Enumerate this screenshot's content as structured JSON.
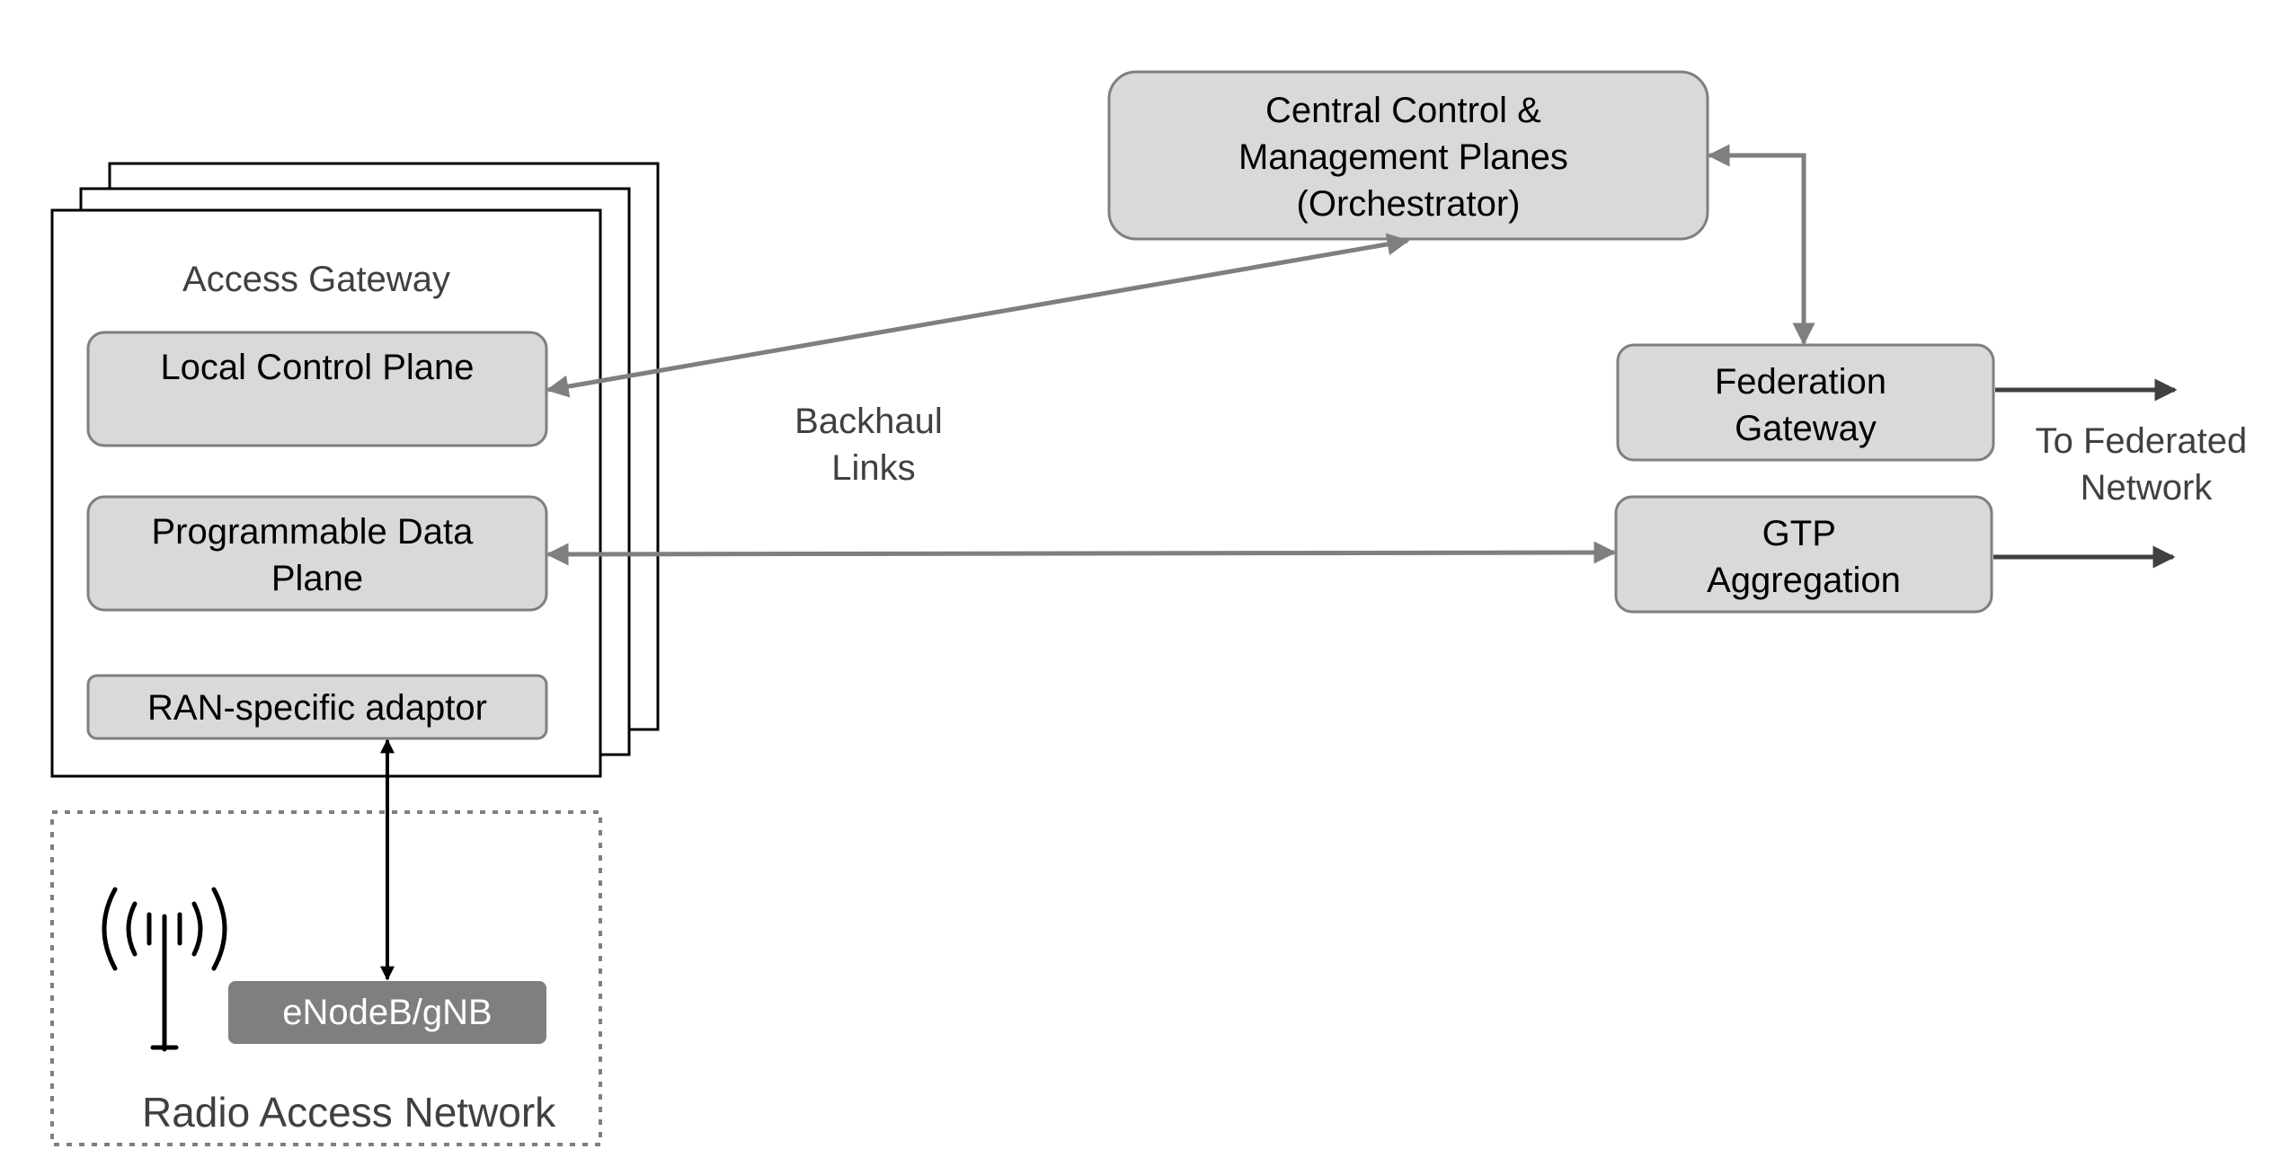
{
  "access_gateway": {
    "title": "Access Gateway",
    "local_control_plane": "Local Control Plane",
    "programmable_data_plane": [
      "Programmable Data",
      "Plane"
    ],
    "ran_adaptor": "RAN-specific adaptor"
  },
  "orchestrator": {
    "lines": [
      "Central Control &",
      "Management Planes",
      "(Orchestrator)"
    ]
  },
  "federation_gateway": {
    "lines": [
      "Federation",
      "Gateway"
    ]
  },
  "gtp_aggregation": {
    "lines": [
      "GTP",
      "Aggregation"
    ]
  },
  "backhaul_label": [
    "Backhaul",
    "Links"
  ],
  "federated_label": [
    "To Federated",
    "Network"
  ],
  "ran": {
    "title": "Radio Access Network",
    "enodeb": "eNodeB/gNB",
    "icon": "antenna-icon"
  },
  "colors": {
    "box_fill": "#d9d9d9",
    "box_stroke": "#7f7f7f",
    "enodeb_fill": "#7f7f7f",
    "connector": "#7f7f7f",
    "dark_connector": "#404040",
    "text": "#000000",
    "label_text": "#404040"
  }
}
